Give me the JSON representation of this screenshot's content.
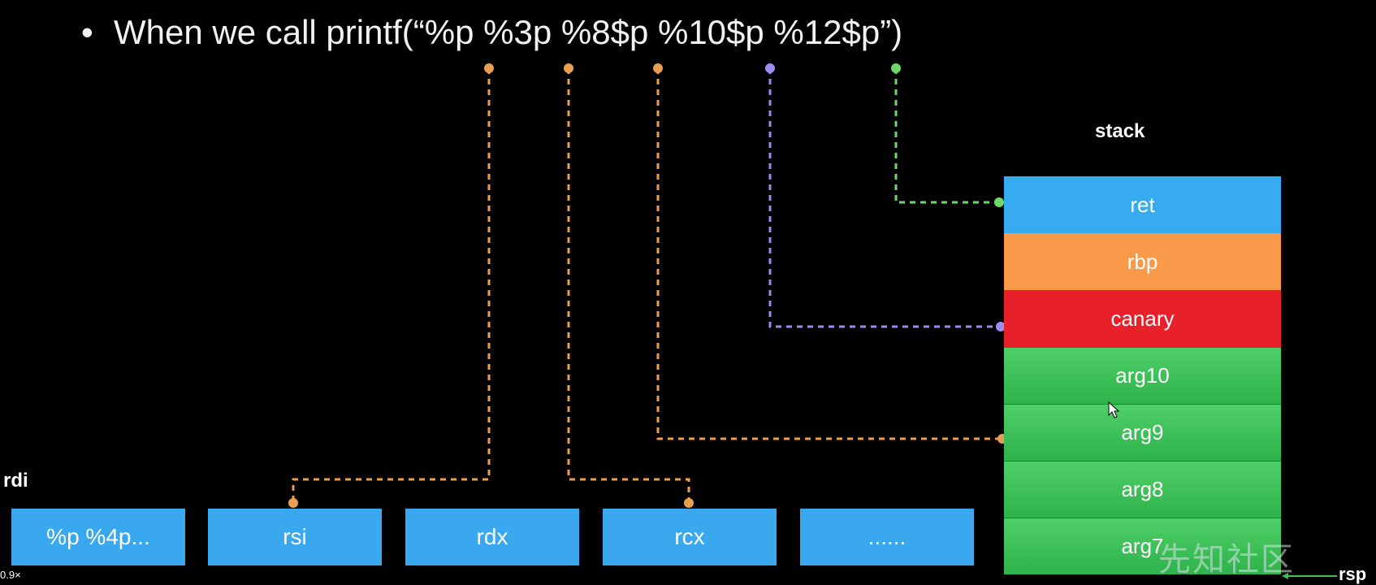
{
  "bullet": {
    "marker": "•",
    "text": "When we call  printf(“%p %3p %8$p %10$p %12$p”)"
  },
  "stack": {
    "label": "stack",
    "slots": [
      {
        "label": "ret",
        "color": "#36abf0"
      },
      {
        "label": "rbp",
        "color": "#f89a4a"
      },
      {
        "label": "canary",
        "color": "#e8202a"
      },
      {
        "label": "arg10",
        "color": "#3fbf57"
      },
      {
        "label": "arg9",
        "color": "#3fbf57"
      },
      {
        "label": "arg8",
        "color": "#3fbf57"
      },
      {
        "label": "arg7",
        "color": "#3fbf57"
      }
    ]
  },
  "registers": {
    "rdi_label": "rdi",
    "boxes": [
      "%p %4p...",
      "rsi",
      "rdx",
      "rcx",
      "......"
    ]
  },
  "rsp_label": "rsp",
  "playback_speed": "0.9×",
  "watermark": "先知社区",
  "colors": {
    "orange_wire": "#e8a050",
    "purple_wire": "#9d8cf0",
    "green_wire": "#6fd86a",
    "register_blue": "#3aa8ef"
  },
  "connections": [
    {
      "from": "%p",
      "to": "rsi",
      "color": "orange"
    },
    {
      "from": "%3p",
      "to": "rcx",
      "color": "orange"
    },
    {
      "from": "%8$p",
      "to": "arg9",
      "color": "orange"
    },
    {
      "from": "%10$p",
      "to": "canary",
      "color": "purple"
    },
    {
      "from": "%12$p",
      "to": "ret",
      "color": "green"
    }
  ]
}
